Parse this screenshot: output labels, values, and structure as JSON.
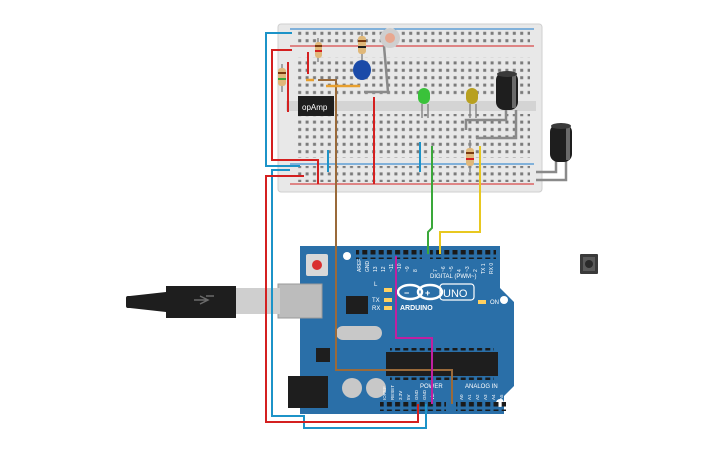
{
  "components": {
    "opamp_label": "opAmp",
    "arduino_brand": "ARDUINO",
    "arduino_model": "UNO",
    "digital_header": "DIGITAL (PWM~)",
    "analog_header": "ANALOG IN",
    "power_header": "POWER",
    "on_label": "ON",
    "led_l": "L",
    "led_tx": "TX",
    "led_rx": "RX",
    "aref": "AREF",
    "gnd": "GND",
    "pin13": "13",
    "pin12": "12",
    "pin11": "~11",
    "pin10": "~10",
    "pin9": "~9",
    "pin8": "8",
    "pin7": "7",
    "pin6": "~6",
    "pin5": "~5",
    "pin4": "4",
    "pin3": "~3",
    "pin2": "2",
    "pin1": "TX 1",
    "pin0": "RX 0",
    "ioref": "IOREF",
    "reset": "RESET",
    "v33": "3.3V",
    "v5": "5V",
    "gnd1": "GND",
    "gnd2": "GND",
    "vin": "Vin",
    "a0": "A0",
    "a1": "A1",
    "a2": "A2",
    "a3": "A3",
    "a4": "A4",
    "a5": "A5"
  },
  "colors": {
    "board": "#2a6fa8",
    "breadboard": "#e6e6e6",
    "wire_red": "#d42020",
    "wire_blue": "#1c93c8",
    "wire_green": "#3aa83a",
    "wire_yellow": "#e8c820",
    "wire_brown": "#9a6a3a",
    "wire_magenta": "#c020a0",
    "wire_gray": "#8a8a8a"
  }
}
